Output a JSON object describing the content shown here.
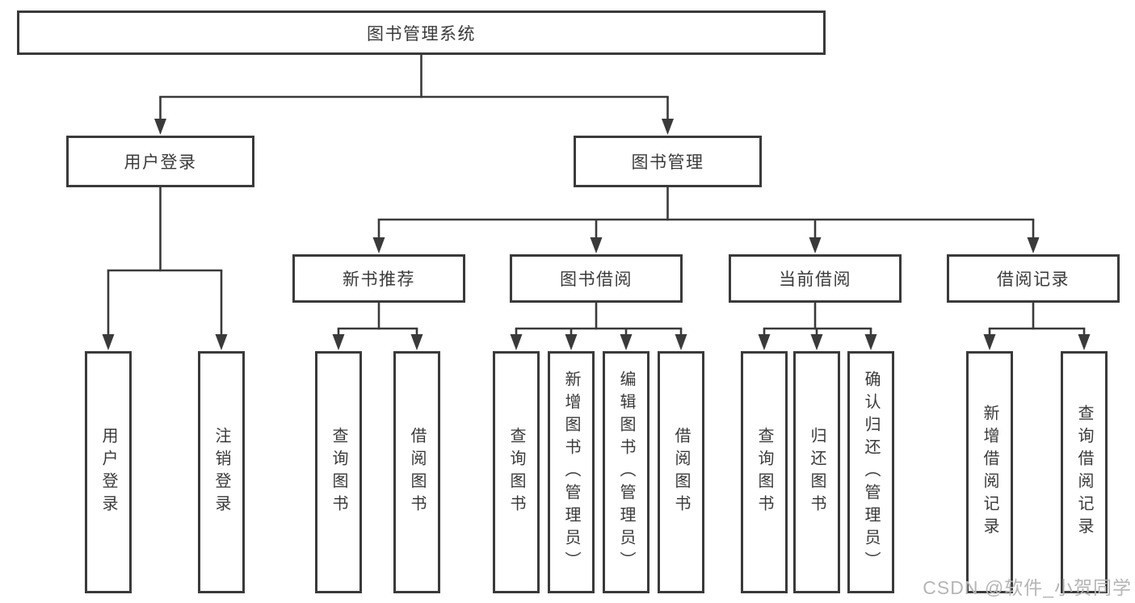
{
  "colors": {
    "line": "#3a3a3a",
    "text": "#3a3a3a",
    "watermark": "#b5b5b5"
  },
  "watermark": "CSDN @软件_小贺同学",
  "tree": {
    "root": "图书管理系统",
    "children": [
      {
        "label": "用户登录",
        "children": [
          "用户登录",
          "注销登录"
        ]
      },
      {
        "label": "图书管理",
        "children": [
          {
            "label": "新书推荐",
            "children": [
              "查询图书",
              "借阅图书"
            ]
          },
          {
            "label": "图书借阅",
            "children": [
              "查询图书",
              "新增图书（管理员）",
              "编辑图书（管理员）",
              "借阅图书"
            ]
          },
          {
            "label": "当前借阅",
            "children": [
              "查询图书",
              "归还图书",
              "确认归还（管理员）"
            ]
          },
          {
            "label": "借阅记录",
            "children": [
              "新增借阅记录",
              "查询借阅记录"
            ]
          }
        ]
      }
    ]
  }
}
